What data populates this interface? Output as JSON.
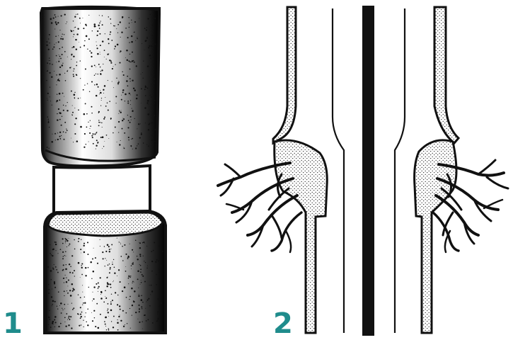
{
  "figure": {
    "panels": [
      {
        "label": "1",
        "subject": "pipe-joint"
      },
      {
        "label": "2",
        "subject": "pipe-joint-root-intrusion"
      }
    ],
    "colors": {
      "ink": "#111111",
      "stipple": "#1a1a1a",
      "label": "#1f8c8c",
      "background": "#ffffff"
    }
  }
}
